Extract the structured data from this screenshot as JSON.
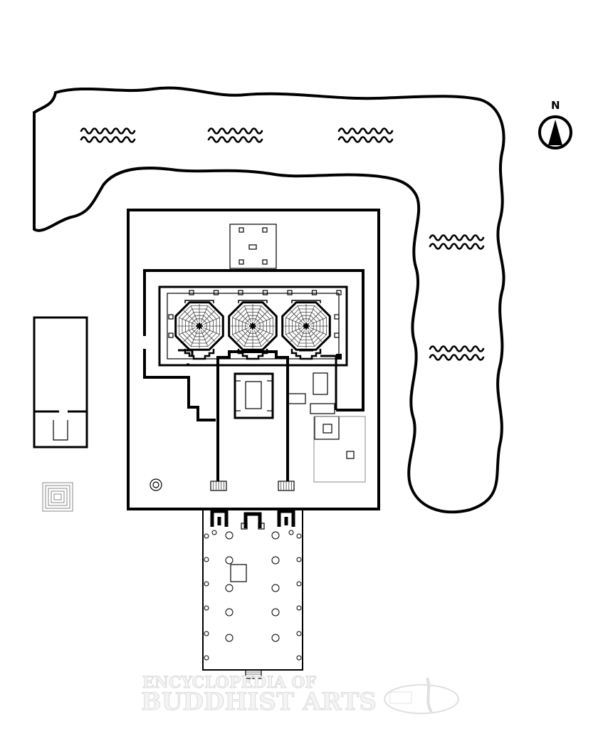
{
  "compass": {
    "label": "N"
  },
  "watermark": {
    "line1": "ENCYCLOPEDIA OF",
    "line2": "BUDDHIST ARTS"
  },
  "colors": {
    "ink": "#000000",
    "watermark": "#dcdcdc",
    "background": "#ffffff"
  }
}
